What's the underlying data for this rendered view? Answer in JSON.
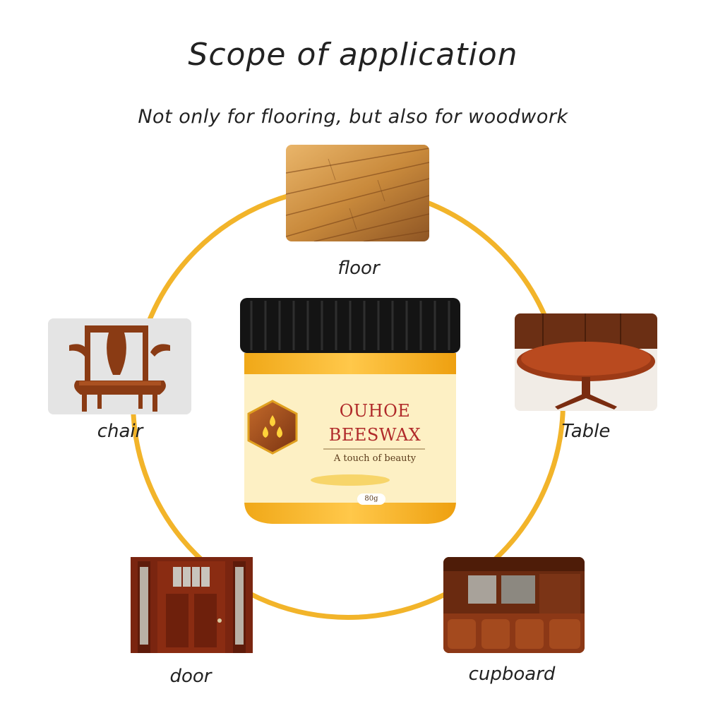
{
  "header": {
    "title": "Scope of application",
    "subtitle": "Not only for flooring, but also for woodwork"
  },
  "items": [
    {
      "label": "floor",
      "icon": "wood-floor-photo"
    },
    {
      "label": "chair",
      "icon": "wooden-chair-photo"
    },
    {
      "label": "Table",
      "icon": "round-table-photo"
    },
    {
      "label": "door",
      "icon": "wooden-door-photo"
    },
    {
      "label": "cupboard",
      "icon": "cupboard-photo"
    }
  ],
  "product": {
    "brand": "OUHOE",
    "name": "BEESWAX",
    "tagline": "A touch of beauty",
    "weight": "80g"
  },
  "colors": {
    "ring": "#f2b42a",
    "wood": "#a0522d",
    "jar_label": "#fdf0c4",
    "brand_text": "#b02a2a"
  }
}
